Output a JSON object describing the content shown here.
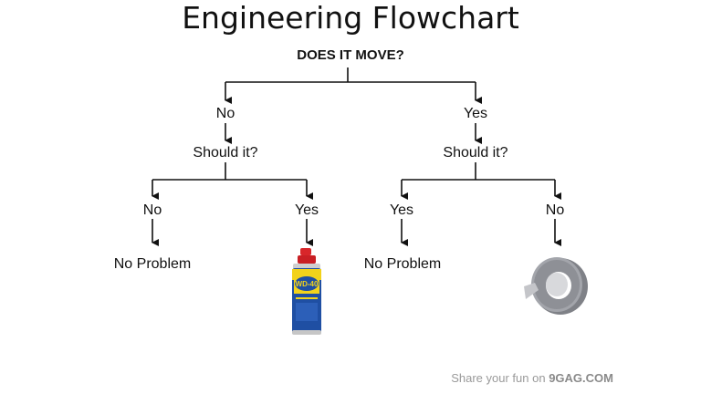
{
  "title": "Engineering Flowchart",
  "question": "DOES IT MOVE?",
  "branches": {
    "left": {
      "label": "No",
      "question": "Should it?",
      "no": {
        "label": "No",
        "result": "No Problem"
      },
      "yes": {
        "label": "Yes",
        "result_icon": "spray-can-icon",
        "result_text": "WD-40"
      }
    },
    "right": {
      "label": "Yes",
      "question": "Should it?",
      "yes": {
        "label": "Yes",
        "result": "No Problem"
      },
      "no": {
        "label": "No",
        "result_icon": "duct-tape-icon"
      }
    }
  },
  "footer": {
    "prefix": "Share your fun on",
    "brand": "9GAG.COM"
  },
  "colors": {
    "can_blue": "#1f4fa3",
    "can_yellow": "#f2d21b",
    "can_red": "#d8262a",
    "tape_gray": "#8e9096"
  }
}
